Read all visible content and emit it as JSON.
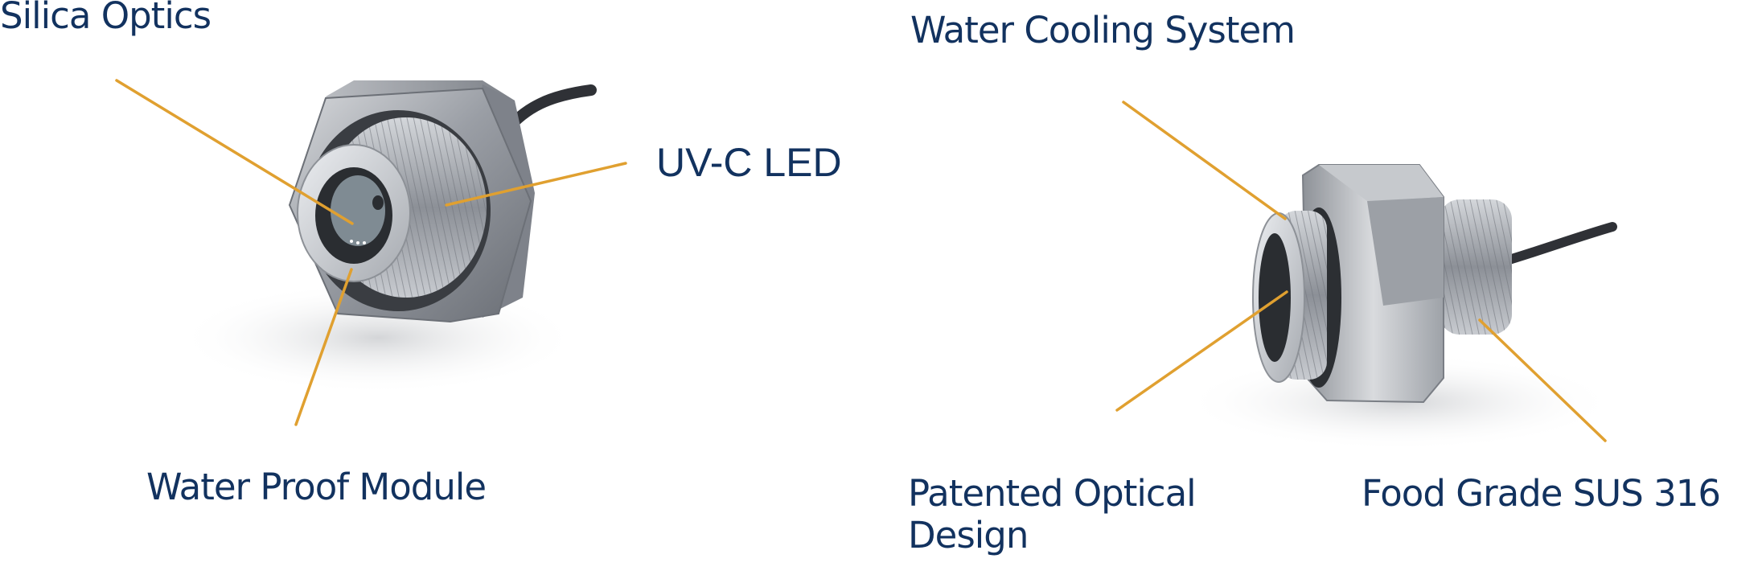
{
  "colors": {
    "label_text": "#12325f",
    "leader_line": "#e0a030",
    "metal_light": "#e4e6ea",
    "metal_mid": "#a8acb3",
    "metal_dark": "#5d6168",
    "lens_dark": "#2a2d31",
    "cable": "#2f3136",
    "background": "#ffffff"
  },
  "left_product": {
    "name": "UV-C LED module (front view)",
    "callouts": [
      {
        "id": "silica-optics",
        "label": "Silica Optics"
      },
      {
        "id": "uvc-led",
        "label": "UV-C LED"
      },
      {
        "id": "water-proof-module",
        "label": "Water Proof Module"
      }
    ]
  },
  "right_product": {
    "name": "UV-C LED module (side view)",
    "callouts": [
      {
        "id": "water-cooling-system",
        "label": "Water Cooling System"
      },
      {
        "id": "patented-optical-design",
        "label": "Patented Optical Design"
      },
      {
        "id": "food-grade-sus316",
        "label": "Food Grade SUS 316"
      }
    ]
  }
}
